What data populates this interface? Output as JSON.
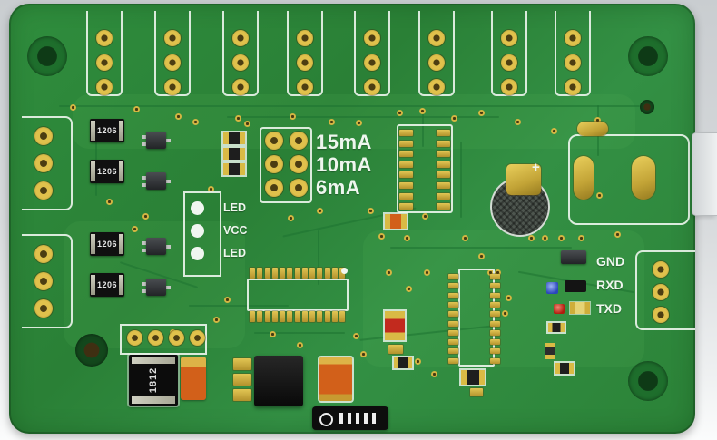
{
  "scene": {
    "background_color": "#d7dadc"
  },
  "board": {
    "solder_mask_color": "#2f8b3c",
    "silkscreen_color": "#eef6ee",
    "pad_color": "#d3b542",
    "jumper": {
      "options": [
        "15mA",
        "10mA",
        "6mA"
      ]
    },
    "indicator": {
      "labels": [
        "LED",
        "VCC",
        "LED"
      ]
    },
    "serial": {
      "labels": [
        "GND",
        "RXD",
        "TXD"
      ]
    },
    "markings": {
      "diode_package": "1206",
      "inductor_package": "1812",
      "capacitor_polarity": "+"
    }
  }
}
